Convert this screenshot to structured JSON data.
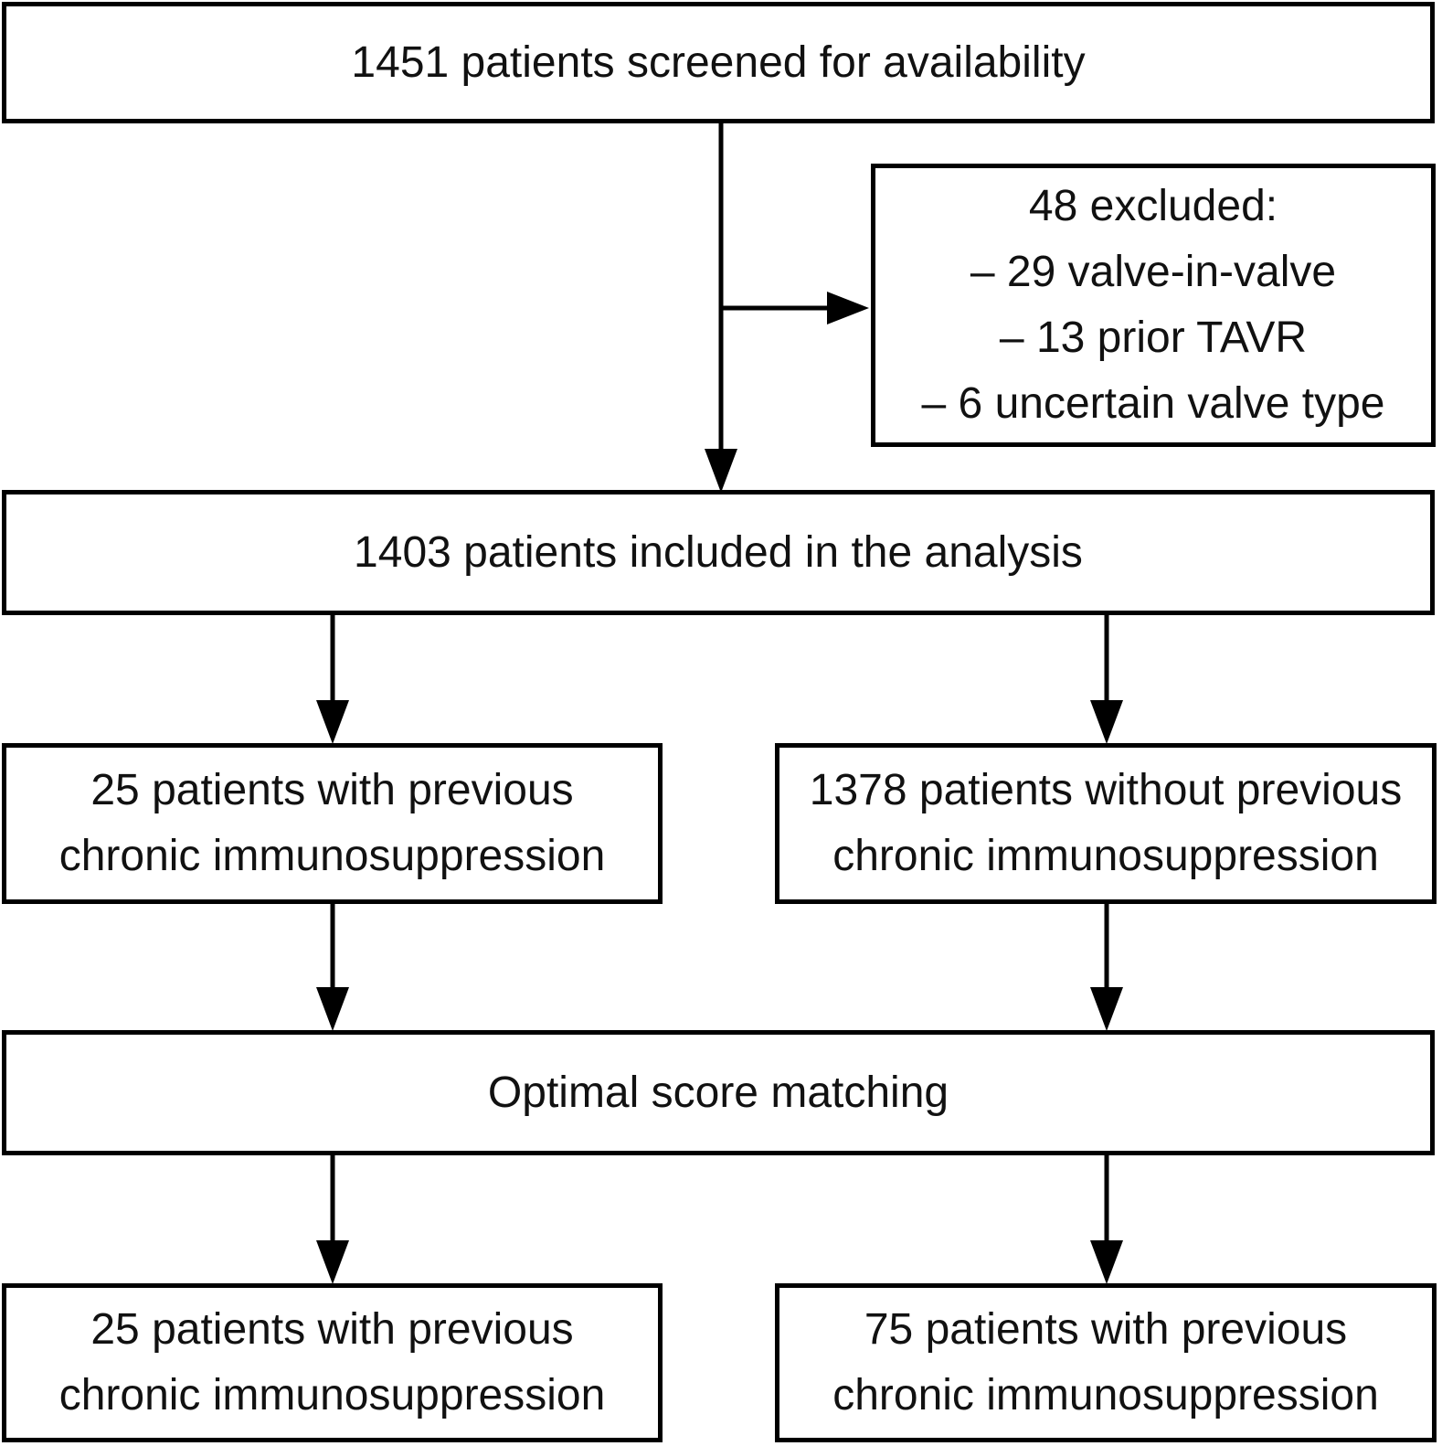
{
  "colors": {
    "background": "#ffffff",
    "box_border": "#000000",
    "arrow": "#000000",
    "text": "#111111"
  },
  "boxes": {
    "screened": {
      "text": "1451 patients screened for availability"
    },
    "excluded": {
      "title": "48 excluded:",
      "items": [
        "– 29 valve-in-valve",
        "– 13 prior TAVR",
        "– 6 uncertain valve type"
      ]
    },
    "included": {
      "text": "1403 patients included in the analysis"
    },
    "group_with": {
      "line1": "25 patients with previous",
      "line2": "chronic immunosuppression"
    },
    "group_without": {
      "line1": "1378 patients without previous",
      "line2": "chronic immunosuppression"
    },
    "matching": {
      "text": "Optimal score matching"
    },
    "matched_with": {
      "line1": "25 patients with previous",
      "line2": "chronic immunosuppression"
    },
    "matched_without": {
      "line1": "75 patients with previous",
      "line2": "chronic immunosuppression"
    }
  }
}
